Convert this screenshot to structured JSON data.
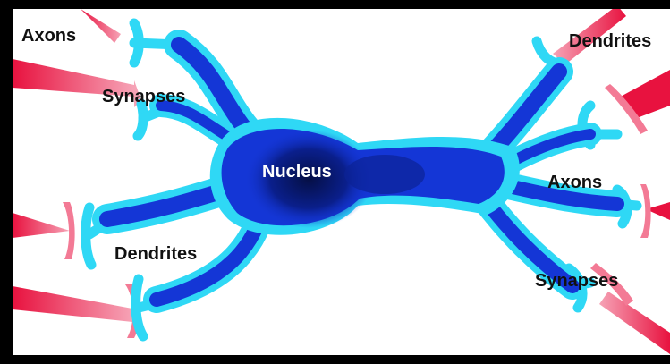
{
  "labels": {
    "axons_left": "Axons",
    "synapses_left": "Synapses",
    "nucleus": "Nucleus",
    "dendrites_left": "Dendrites",
    "dendrites_right": "Dendrites",
    "axons_right": "Axons",
    "synapses_right": "Synapses"
  },
  "colors": {
    "frame": "#000000",
    "background": "#ffffff",
    "cell_body": "#1436d6",
    "nucleus_core": "#061a6e",
    "dendrite_edge": "#2fd8f5",
    "axon_red": "#e8123f",
    "axon_pink": "#f6a3b6",
    "label_text": "#111111",
    "nucleus_text": "#ffffff"
  },
  "icons": {
    "synaptic_terminal": "y-fork-terminal",
    "axon_tip": "tapered-red-wedge"
  }
}
